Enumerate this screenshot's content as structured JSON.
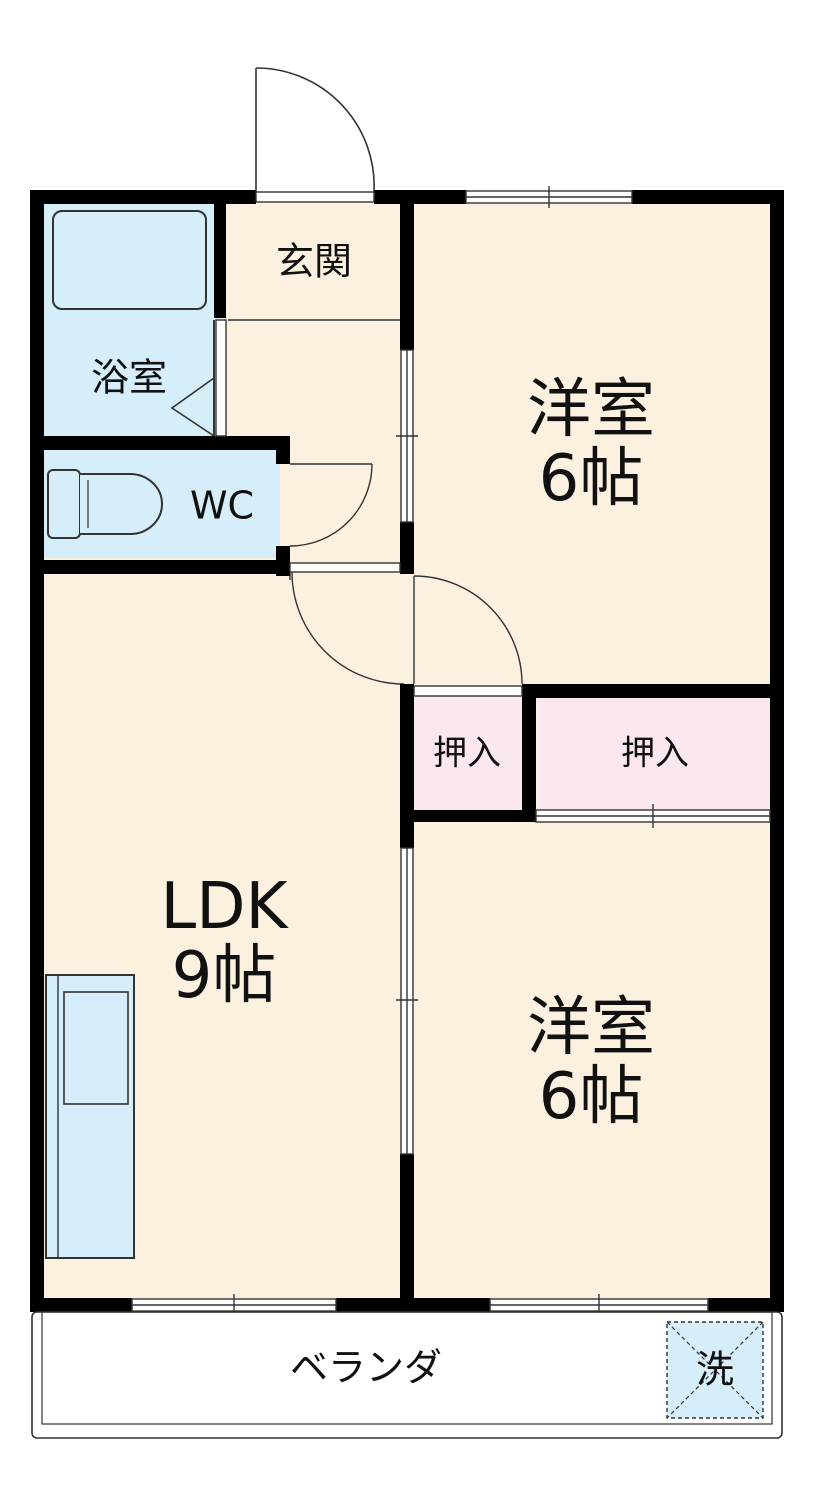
{
  "colors": {
    "floor": "#fbf1de",
    "wet_area": "#d6eef9",
    "closet": "#fbe7ef",
    "wall": "#000000",
    "fixture_line": "#333333"
  },
  "rooms": {
    "genkan": "玄関",
    "bath": "浴室",
    "wc": "WC",
    "western1_name": "洋室",
    "western1_size": "6帖",
    "western2_name": "洋室",
    "western2_size": "6帖",
    "ldk_name": "LDK",
    "ldk_size": "9帖",
    "closet_small": "押入",
    "closet_large": "押入",
    "veranda": "ベランダ",
    "laundry": "洗"
  }
}
